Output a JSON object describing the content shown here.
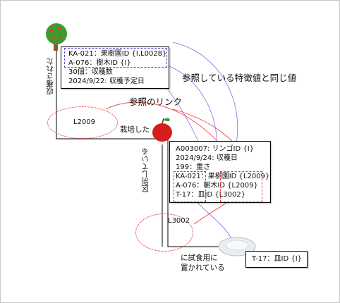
{
  "harvest_card": {
    "line1": "KA-021：果樹園ID {I,L0028}",
    "line2": "A-076：樹木ID {I}",
    "line3": "30個：収穫数",
    "line4": "2024/9/22: 収穫予定日"
  },
  "apple_card": {
    "line1": "A003007: リンゴID {I}",
    "line2": "2024/9/24: 収穫日",
    "line3": "199：重さ",
    "line4": "KA-021：果樹園ID {L2009}",
    "line5": "A-076：樹木ID {L2009}",
    "line6": "T-17：皿ID {L3002}"
  },
  "plate_card": {
    "line1": "T-17：皿ID {I}"
  },
  "labels": {
    "harvested": "収穫された",
    "cultivated": "栽培した",
    "distinguished": "区別している",
    "placed_line1": "に試食用に",
    "placed_line2": "置かれている",
    "reference_link": "参照のリンク",
    "same_value": "参照している特徴値と同じ値"
  },
  "links": {
    "l2009": "L2009",
    "l3002": "L3002"
  },
  "colors": {
    "reference_arrow": "#e23a3a",
    "value_arrow": "#8b6cd8",
    "apple": "#d41e1e",
    "leaf": "#3c9a2e"
  }
}
